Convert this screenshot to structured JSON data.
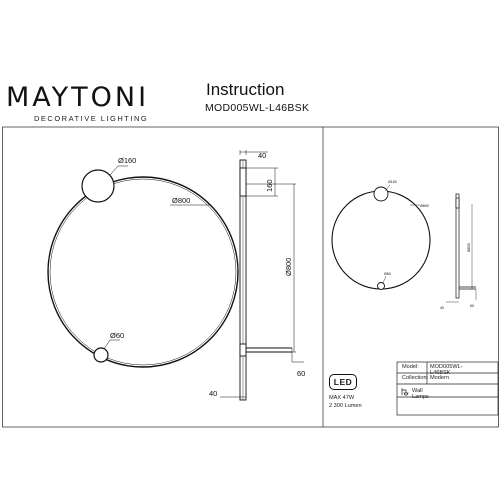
{
  "header": {
    "brand": "MAYTONI",
    "tagline": "DECORATIVE LIGHTING",
    "title": "Instruction",
    "model": "MOD005WL-L46BSK"
  },
  "drawing_main": {
    "dim_small_circle": "Ø160",
    "dim_ring": "Ø800",
    "dim_bottom_circle": "Ø60",
    "dim_top_width": "40",
    "dim_top_height": "160",
    "dim_height": "Ø800",
    "dim_bottom_offset": "60",
    "dim_bottom_width": "40"
  },
  "drawing_small": {
    "dim_small_circle": "Ø160",
    "dim_ring": "Ø800",
    "dim_bottom_circle": "Ø60",
    "dim_height": "Ø800",
    "dim_bottom_width": "40",
    "dim_bottom_offset": "60"
  },
  "info": {
    "model_label": "Model:",
    "model_value": "MOD005WL-L46BSK",
    "collection_label": "Collection:",
    "collection_value": "Modern",
    "category_value": "Wall Lamps",
    "led_badge": "LED",
    "power": "MAX 47W",
    "lumen": "2 300 Lumen"
  }
}
